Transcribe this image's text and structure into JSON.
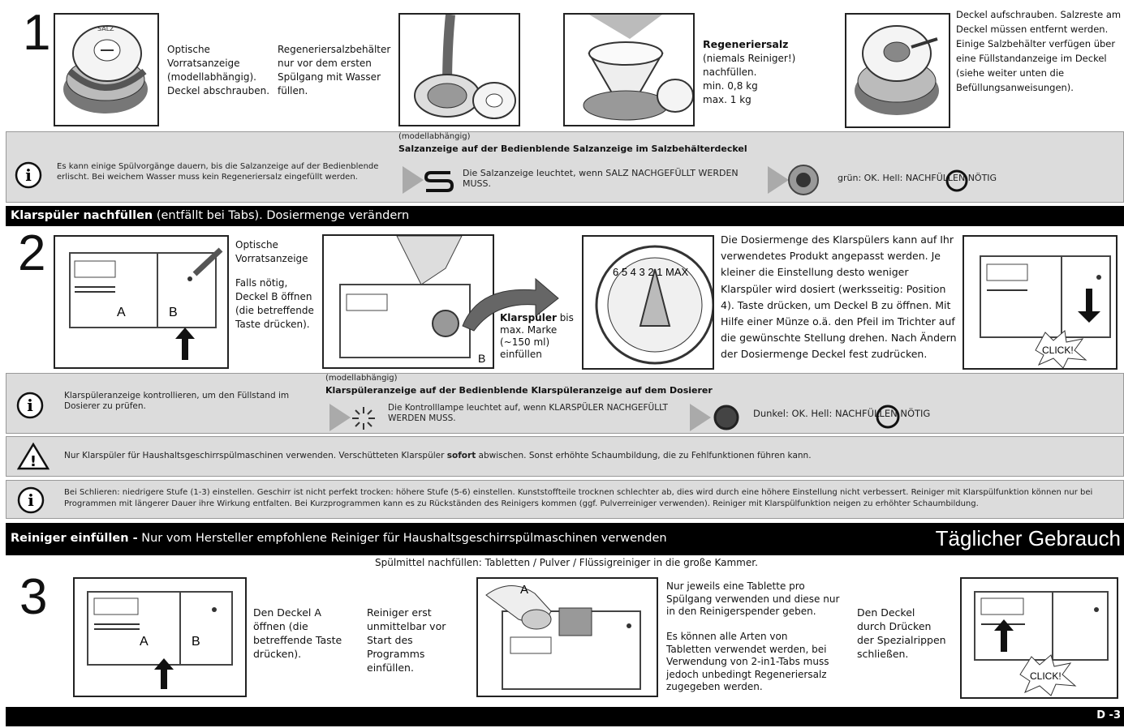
{
  "step1": {
    "number": "1",
    "caption_indicator": "Optische\nVorratsanzeige\n(modellabhängig).\nDeckel abschrauben.",
    "caption_fill_water": "Regeneriersalzbehälter\nnur vor dem ersten\nSpülgang mit Wasser\nfüllen.",
    "salt_title": "Regeneriersalz",
    "salt_lines": "(niemals Reiniger!)\nnachfüllen.\nmin. 0,8 kg\nmax. 1 kg",
    "caption_screw": "Deckel aufschrauben. Salzreste am\nDeckel müssen entfernt werden.\nEinige Salzbehälter verfügen über\neine Füllstandanzeige im Deckel\n(siehe weiter unten die\nBefüllungsanweisungen).",
    "cap_label": "SALZ"
  },
  "info_salt": {
    "model_note": "(modellabhängig)",
    "heading": "Salzanzeige auf der Bedienblende Salzanzeige im Salzbehälterdeckel",
    "left_text": "Es kann einige Spülvorgänge dauern, bis die Salzanzeige auf der Bedienblende\nerlischt. Bei weichem Wasser muss kein Regeneriersalz eingefüllt werden.",
    "panel_text": "Die Salzanzeige leuchtet, wenn SALZ NACHGEFÜLLT WERDEN\nMUSS.",
    "lid_text": "grün: OK. Hell: NACHFÜLLEN NÖTIG"
  },
  "bar_rinse": {
    "bold": "Klarspüler nachfüllen",
    "rest": " (entfällt bei Tabs). Dosiermenge verändern"
  },
  "step2": {
    "number": "2",
    "caption_indicator": "Optische\nVorratsanzeige",
    "caption_open": "Falls nötig,\nDeckel B öffnen\n(die betreffende\nTaste drücken).",
    "label_a": "A",
    "label_b": "B",
    "label_b2": "B",
    "fill_bold": "Klarspüler",
    "fill_rest": " bis\nmax. Marke\n(~150 ml)\neinfüllen",
    "dial_marks": "6 5 4 3 2 1 MAX",
    "dosage_text": "Die Dosiermenge des Klarspülers kann auf Ihr\nverwendetes Produkt angepasst werden. Je\nkleiner die Einstellung desto weniger\nKlarspüler wird dosiert (werksseitig: Position\n4). Taste drücken, um Deckel B zu öffnen. Mit\nHilfe einer Münze o.ä. den Pfeil im Trichter auf\ndie gewünschte Stellung drehen. Nach Ändern\nder Dosiermenge Deckel fest zudrücken.",
    "click": "CLICK!"
  },
  "info_rinse": {
    "model_note": "(modellabhängig)",
    "heading": "Klarspüleranzeige auf der Bedienblende Klarspüleranzeige auf dem Dosierer",
    "left_text": "Klarspüleranzeige kontrollieren, um den Füllstand im\nDosierer zu prüfen.",
    "panel_text": "Die Kontrolllampe leuchtet auf, wenn KLARSPÜLER NACHGEFÜLLT\nWERDEN MUSS.",
    "dispenser_text": "Dunkel: OK. Hell: NACHFÜLLEN NÖTIG"
  },
  "warning": {
    "text_before": "Nur Klarspüler für Haushaltsgeschirrspülmaschinen verwenden. Verschütteten Klarspüler ",
    "text_bold": "sofort",
    "text_after": " abwischen. Sonst erhöhte Schaumbildung, die zu Fehlfunktionen führen kann."
  },
  "info_streaks": {
    "text": "Bei Schlieren: niedrigere Stufe (1-3) einstellen. Geschirr ist nicht perfekt trocken: höhere Stufe (5-6) einstellen. Kunststoffteile trocknen schlechter ab, dies wird durch eine höhere Einstellung nicht verbessert. Reiniger mit Klarspülfunktion können nur bei Programmen mit längerer Dauer ihre Wirkung entfalten. Bei Kurzprogrammen kann es zu Rückständen des Reinigers kommen (ggf. Pulverreiniger verwenden). Reiniger mit Klarspülfunktion neigen zu erhöhter Schaumbildung."
  },
  "bar_detergent": {
    "bold": "Reiniger einfüllen -",
    "rest": " Nur vom Hersteller empfohlene Reiniger für Haushaltsgeschirrspülmaschinen verwenden",
    "section_title": "Täglicher Gebrauch"
  },
  "step3": {
    "number": "3",
    "top_note": "Spülmittel nachfüllen: Tabletten / Pulver / Flüssigreiniger in die große Kammer.",
    "label_a": "A",
    "label_b": "B",
    "label_a2": "A",
    "caption_open": "Den Deckel A\nöffnen (die\nbetreffende Taste\ndrücken).",
    "caption_fill": "Reiniger erst\nunmittelbar vor\nStart des\nProgramms\neinfüllen.",
    "caption_tabs": "Nur jeweils eine Tablette pro\nSpülgang verwenden und diese nur\nin den Reinigerspender geben.\n\nEs können alle Arten von\nTabletten verwendet werden, bei\nVerwendung von 2-in1-Tabs muss\njedoch unbedingt Regeneriersalz\nzugegeben werden.",
    "caption_close": "Den Deckel\ndurch Drücken\nder Spezialrippen\nschließen.",
    "click": "CLICK!"
  },
  "footer": {
    "page": "D -3"
  }
}
